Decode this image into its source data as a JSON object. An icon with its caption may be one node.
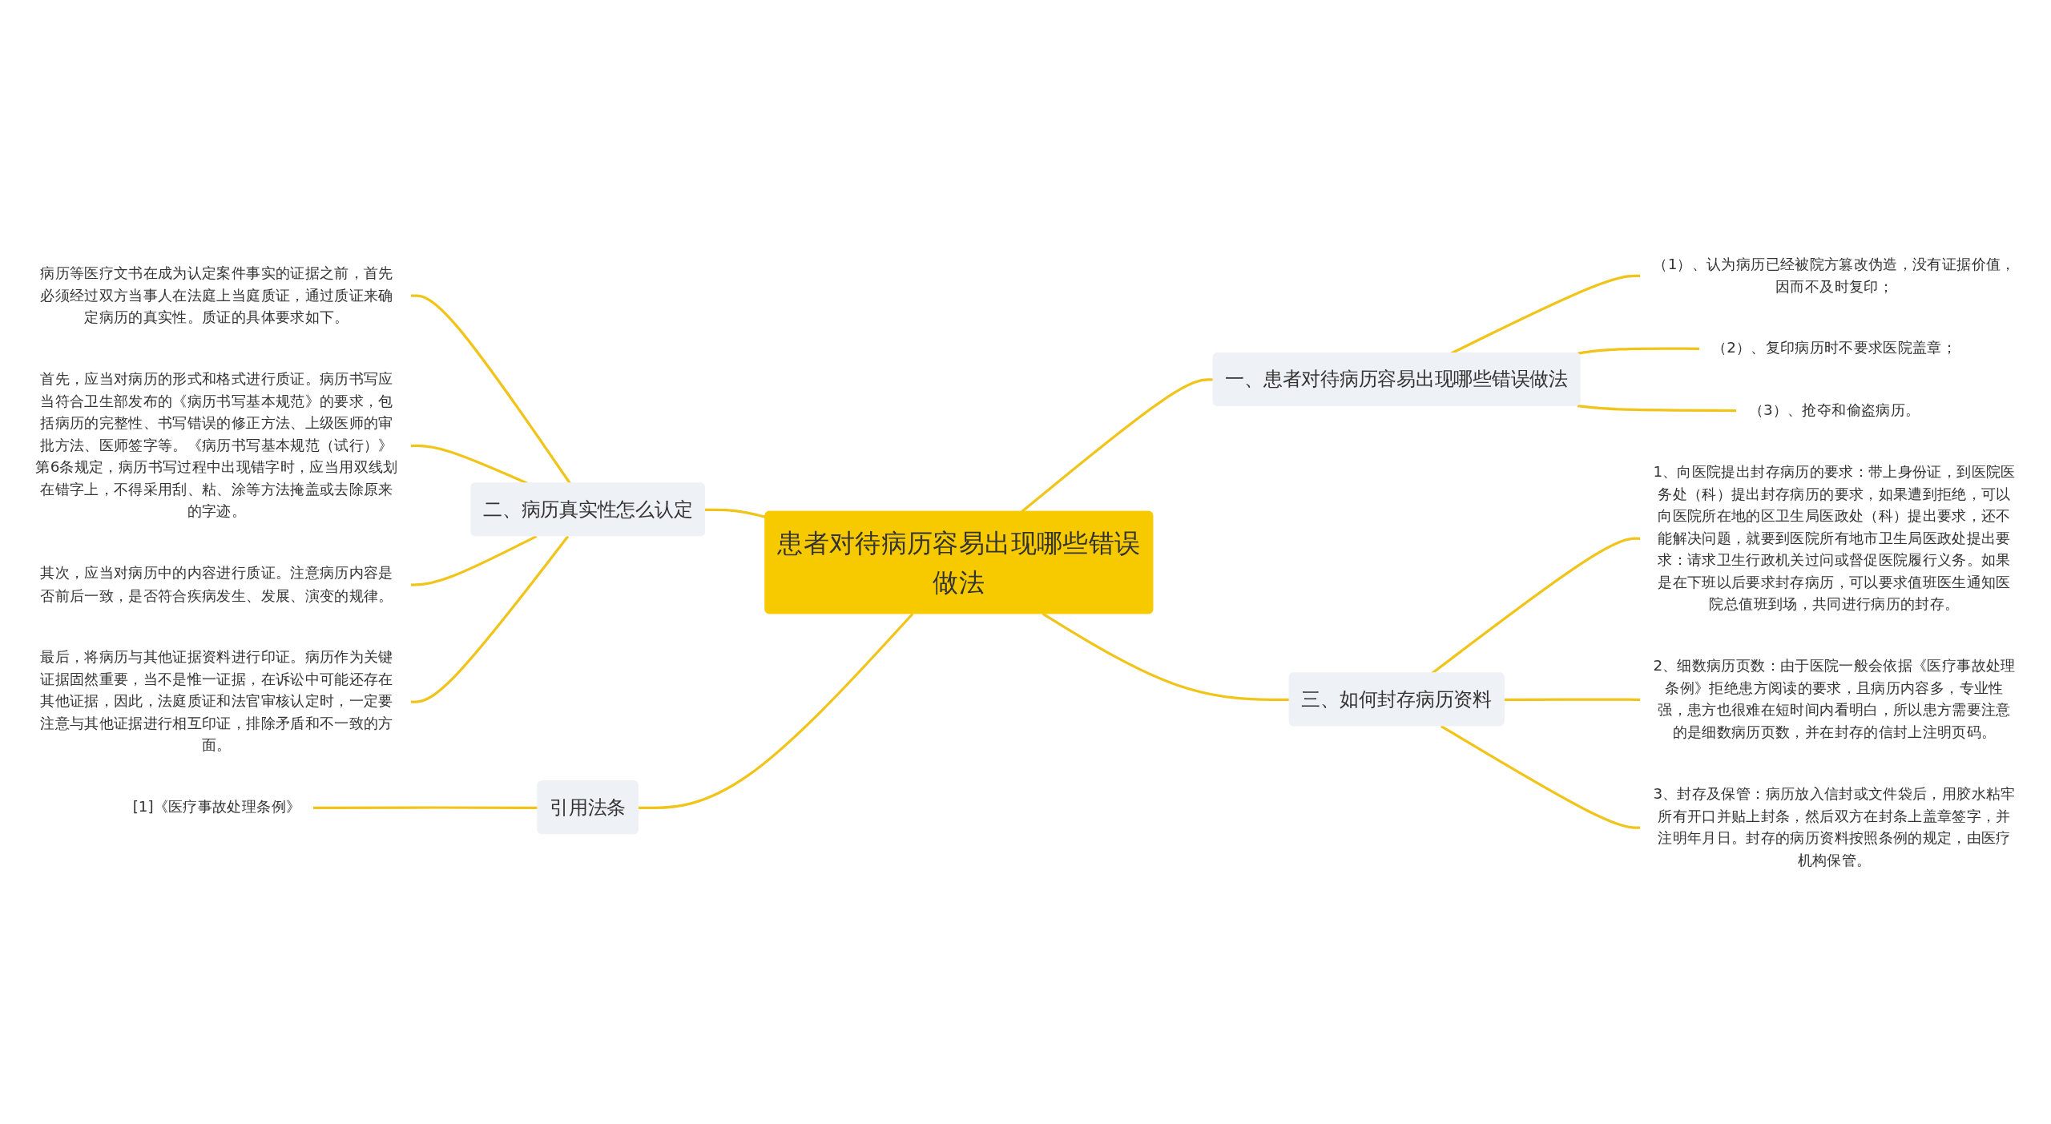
{
  "diagram": {
    "nodes": [
      {
        "text": [
          "患者对待病历容易出现哪些错误做法"
        ]
      },
      {
        "text": [
          "二、病历真实性怎么认定"
        ]
      },
      {
        "text": [
          "病历等医疗文书在成为认定案件事实的证据之前，首先必须经过双方当事人在法庭上当庭质证，通过质证来确定病历的真实性。质证的具体要求如下。"
        ]
      },
      {
        "text": [
          "首先，应当对病历的形式和格式进行质证。病历书写应当符合卫生部发布的《病历书写基本规范》的要求，包括病历的完整性、书写错误的修正方法、上级医师的审批方法、医师签字等。《病历书写基本规范（试行）》第6条规定，病历书写过程中出现错字时，应当用双线划在错字上，不得采用刮、粘、涂等方法掩盖或去除原来的字迹。"
        ]
      },
      {
        "text": [
          "其次，应当对病历中的内容进行质证。注意病历内容是否前后一致，是否符合疾病发生、发展、演变的规律。"
        ]
      },
      {
        "text": [
          "最后，将病历与其他证据资料进行印证。病历作为关键证据固然重要，当不是惟一证据，在诉讼中可能还存在其他证据，因此，法庭质证和法官审核认定时，一定要注意与其他证据进行相互印证，排除矛盾和不一致的方面。"
        ]
      },
      {
        "text": [
          "引用法条"
        ]
      },
      {
        "text": [
          "[1]《医疗事故处理条例》"
        ]
      },
      {
        "text": [
          "一、患者对待病历容易出现哪些错误做法"
        ]
      },
      {
        "text": [
          "（1）、认为病历已经被院方篡改伪造，没有证据价值，因而不及时复印；"
        ]
      },
      {
        "text": [
          "（2）、复印病历时不要求医院盖章；"
        ]
      },
      {
        "text": [
          "（3）、抢夺和偷盗病历。"
        ]
      },
      {
        "text": [
          "三、如何封存病历资料"
        ]
      },
      {
        "text": [
          "1、向医院提出封存病历的要求：带上身份证，到医院医务处（科）提出封存病历的要求，如果遭到拒绝，可以向医院所在地的区卫生局医政处（科）提出要求，还不能解决问题，就要到医院所有地市卫生局医政处提出要求：请求卫生行政机关过问或督促医院履行义务。如果是在下班以后要求封存病历，可以要求值班医生通知医院总值班到场，共同进行病历的封存。"
        ]
      },
      {
        "text": [
          "2、细数病历页数：由于医院一般会依据《医疗事故处理条例》拒绝患方阅读的要求，且病历内容多，专业性强，患方也很难在短时间内看明白，所以患方需要注意的是细数病历页数，并在封存的信封上注明页码。"
        ]
      },
      {
        "text": [
          "3、封存及保管：病历放入信封或文件袋后，用胶水粘牢所有开口并贴上封条，然后双方在封条上盖章签字，并注明年月日。封存的病历资料按照条例的规定，由医疗机构保管。"
        ]
      }
    ],
    "edges": [
      {
        "from": 0,
        "to": 1,
        "arrow": "none"
      },
      {
        "from": 1,
        "to": 2,
        "arrow": "none"
      },
      {
        "from": 1,
        "to": 3,
        "arrow": "none"
      },
      {
        "from": 1,
        "to": 4,
        "arrow": "none"
      },
      {
        "from": 1,
        "to": 5,
        "arrow": "none"
      },
      {
        "from": 0,
        "to": 6,
        "arrow": "none"
      },
      {
        "from": 6,
        "to": 7,
        "arrow": "none"
      },
      {
        "from": 0,
        "to": 8,
        "arrow": "none"
      },
      {
        "from": 8,
        "to": 9,
        "arrow": "none"
      },
      {
        "from": 8,
        "to": 10,
        "arrow": "none"
      },
      {
        "from": 8,
        "to": 11,
        "arrow": "none"
      },
      {
        "from": 0,
        "to": 12,
        "arrow": "none"
      },
      {
        "from": 12,
        "to": 13,
        "arrow": "none"
      },
      {
        "from": 12,
        "to": 14,
        "arrow": "none"
      },
      {
        "from": 12,
        "to": 15,
        "arrow": "none"
      }
    ]
  }
}
